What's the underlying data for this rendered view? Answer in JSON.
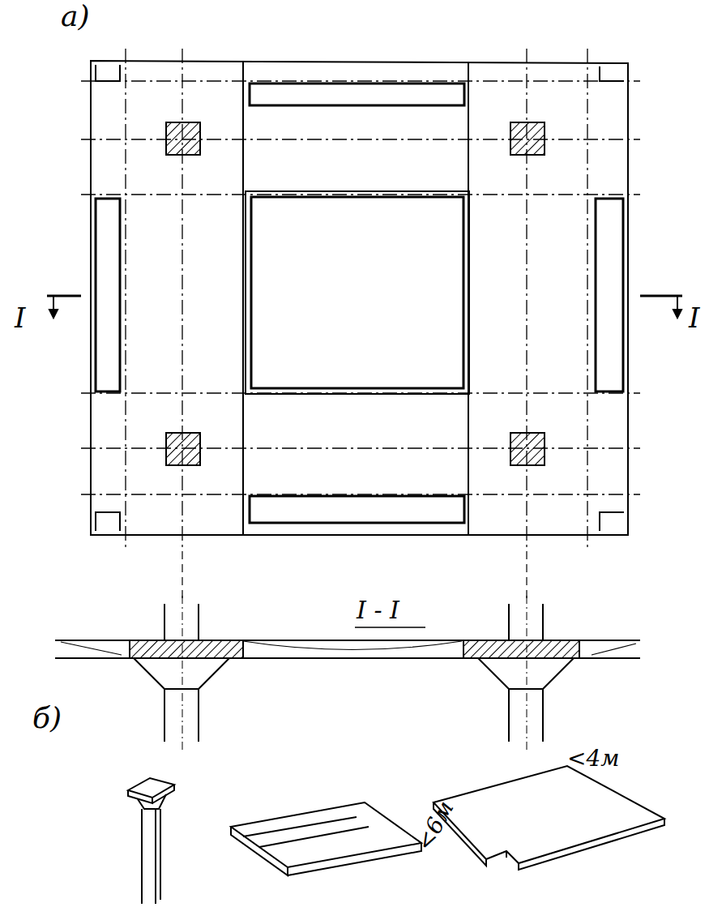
{
  "diagram": {
    "labels": [
      "а)",
      "I",
      "I",
      "I - I",
      "б)",
      "<4м",
      "<6м"
    ]
  }
}
